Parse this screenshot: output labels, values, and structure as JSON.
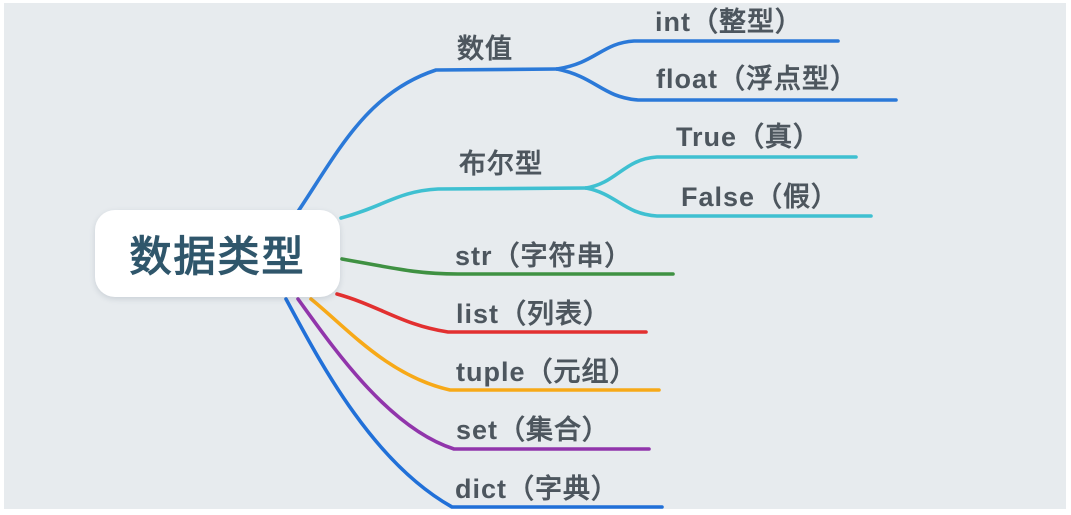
{
  "app": {
    "background": "#e7ebee",
    "frame_color": "#ffffff",
    "label_text_color": "#4d565e"
  },
  "root": {
    "label": "数据类型",
    "text_color": "#2f566b",
    "box_color": "#ffffff"
  },
  "branches": [
    {
      "label": "数值",
      "color": "#2b79d8",
      "children": [
        {
          "label": "int（整型）"
        },
        {
          "label": "float（浮点型）"
        }
      ]
    },
    {
      "label": "布尔型",
      "color": "#3fc0d1",
      "children": [
        {
          "label": "True（真）"
        },
        {
          "label": "False（假）"
        }
      ]
    },
    {
      "label": "str（字符串）",
      "color": "#3f9142",
      "children": []
    },
    {
      "label": "list（列表）",
      "color": "#e23030",
      "children": []
    },
    {
      "label": "tuple（元组）",
      "color": "#f7a918",
      "children": []
    },
    {
      "label": "set（集合）",
      "color": "#9135ab",
      "children": []
    },
    {
      "label": "dict（字典）",
      "color": "#2170d8",
      "children": []
    }
  ]
}
